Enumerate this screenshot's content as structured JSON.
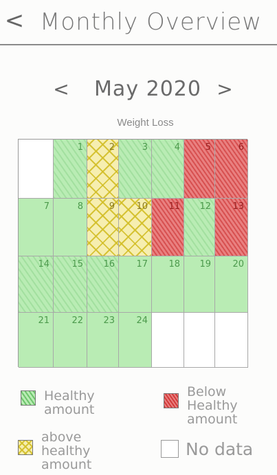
{
  "header": {
    "back_label": "<",
    "title": "Monthly Overview"
  },
  "month_nav": {
    "prev_label": "<",
    "month": "May 2020",
    "next_label": ">"
  },
  "subtitle": "Weight Loss",
  "calendar": {
    "days": [
      {
        "num": "",
        "status": "empty"
      },
      {
        "num": "1",
        "status": "healthy"
      },
      {
        "num": "2",
        "status": "above"
      },
      {
        "num": "3",
        "status": "healthy"
      },
      {
        "num": "4",
        "status": "healthy"
      },
      {
        "num": "5",
        "status": "below"
      },
      {
        "num": "6",
        "status": "below"
      },
      {
        "num": "7",
        "status": "solid"
      },
      {
        "num": "8",
        "status": "solid"
      },
      {
        "num": "9",
        "status": "above"
      },
      {
        "num": "10",
        "status": "above"
      },
      {
        "num": "11",
        "status": "below"
      },
      {
        "num": "12",
        "status": "healthy"
      },
      {
        "num": "13",
        "status": "below"
      },
      {
        "num": "14",
        "status": "healthy"
      },
      {
        "num": "15",
        "status": "healthy"
      },
      {
        "num": "16",
        "status": "healthy"
      },
      {
        "num": "17",
        "status": "solid"
      },
      {
        "num": "18",
        "status": "solid"
      },
      {
        "num": "19",
        "status": "solid"
      },
      {
        "num": "20",
        "status": "solid"
      },
      {
        "num": "21",
        "status": "solid"
      },
      {
        "num": "22",
        "status": "solid"
      },
      {
        "num": "23",
        "status": "solid"
      },
      {
        "num": "24",
        "status": "solid"
      },
      {
        "num": "",
        "status": "empty"
      },
      {
        "num": "",
        "status": "empty"
      },
      {
        "num": "",
        "status": "empty"
      }
    ]
  },
  "legend": {
    "healthy": "Healthy amount",
    "below": "Below Healthy amount",
    "above": "above healthy amount",
    "nodata": "No data"
  },
  "colors": {
    "healthy": "#b9ecb4",
    "below": "#e98080",
    "above": "#f6eeb0"
  }
}
